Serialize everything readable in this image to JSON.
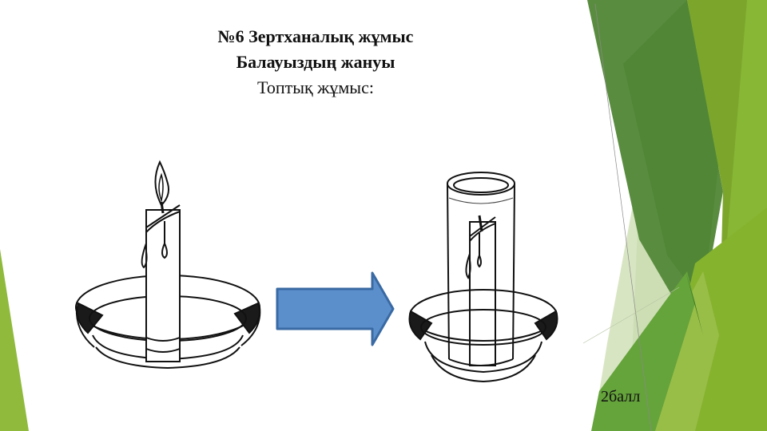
{
  "slide": {
    "title_line1": "№6 Зертханалық жұмыс",
    "title_line2": "Балауыздың жануы",
    "subtitle": "Топтық жұмыс:",
    "score": "2балл"
  },
  "illustrations": {
    "left": "lit-candle-in-dish",
    "arrow": "right-arrow",
    "right": "candle-under-glass-in-dish"
  },
  "colors": {
    "arrow_fill": "#5b8fcc",
    "arrow_stroke": "#3a6aa3",
    "green_dark": "#4f8a34",
    "green_mid": "#5e8c3e",
    "green_light": "#8ab833",
    "green_lime": "#7aa72a",
    "green_pale": "#d6e4bf"
  }
}
